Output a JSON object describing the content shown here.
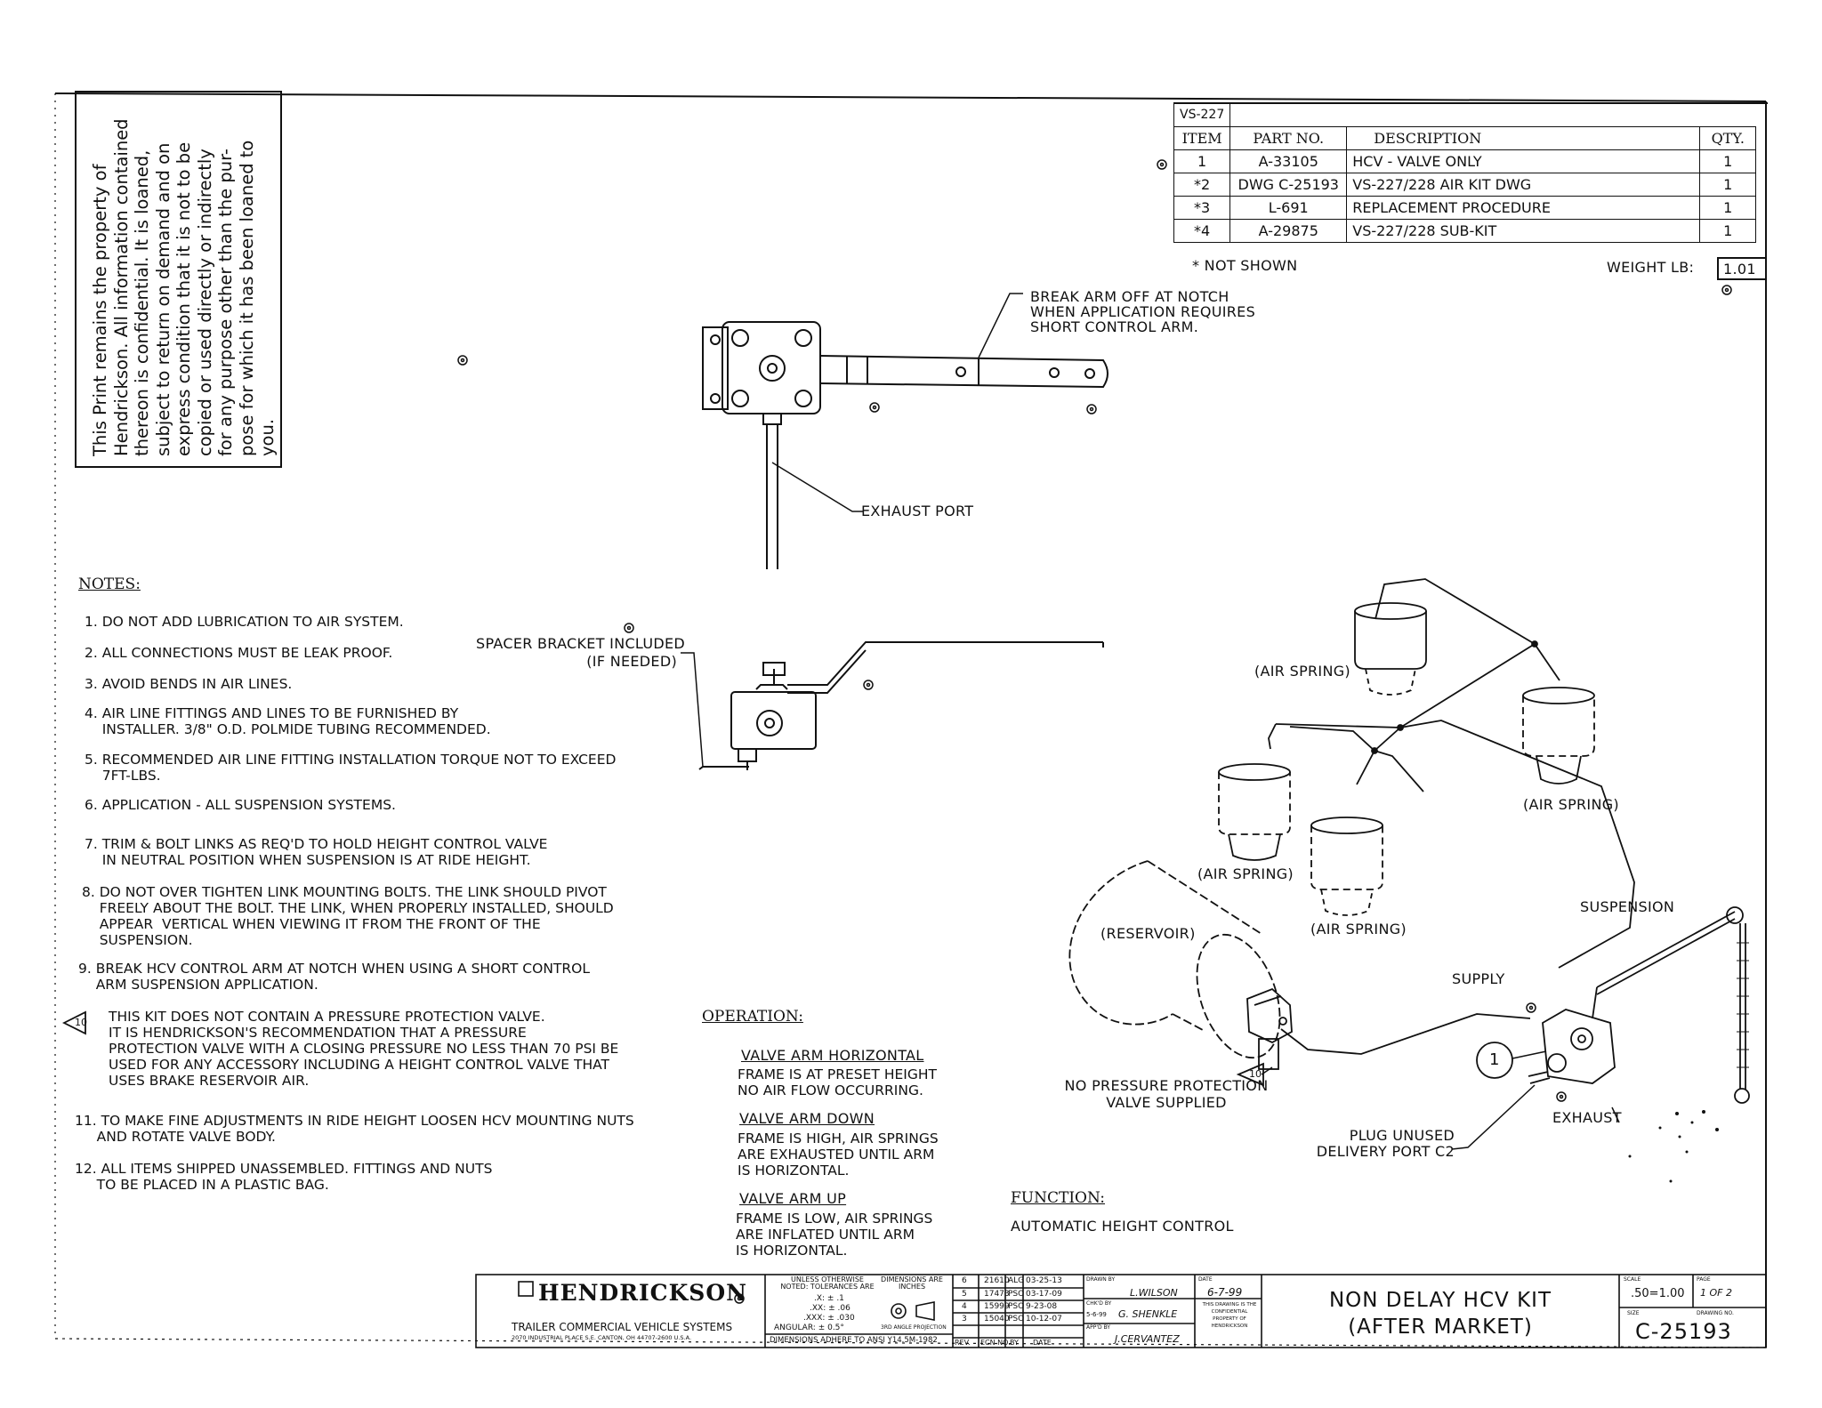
{
  "property_notice": "This Print remains the property of Hendrickson. All information contained thereon is confidential. It is loaned, subject to return on demand and on express condition that it is not to be copied or used directly or indirectly for any purpose other than the purpose for which it has been loaned to you.",
  "property_notice_lines": [
    "This Print remains the property of",
    "Hendrickson. All information contained",
    "thereon is confidential. It is loaned,",
    "subject to return on demand and on",
    "express condition that it is not to be",
    "copied or used directly or indirectly",
    "for any purpose other than the pur-",
    "pose for which it has been loaned to",
    "you."
  ],
  "bom": {
    "kit": "VS-227",
    "headers": [
      "ITEM",
      "PART NO.",
      "DESCRIPTION",
      "QTY."
    ],
    "rows": [
      {
        "item": "1",
        "part": "A-33105",
        "desc": "HCV - VALVE ONLY",
        "qty": "1"
      },
      {
        "item": "*2",
        "part": "DWG C-25193",
        "desc": "VS-227/228 AIR KIT DWG",
        "qty": "1"
      },
      {
        "item": "*3",
        "part": "L-691",
        "desc": "REPLACEMENT PROCEDURE",
        "qty": "1"
      },
      {
        "item": "*4",
        "part": "A-29875",
        "desc": "VS-227/228 SUB-KIT",
        "qty": "1"
      }
    ],
    "not_shown": "* NOT SHOWN",
    "weight_label": "WEIGHT LB:",
    "weight_value": "1.01"
  },
  "callouts": {
    "break_arm": [
      "BREAK ARM OFF AT NOTCH",
      "WHEN APPLICATION REQUIRES",
      "SHORT CONTROL ARM."
    ],
    "exhaust_port": "EXHAUST PORT",
    "spacer_bracket": [
      "SPACER BRACKET INCLUDED",
      "(IF NEEDED)"
    ],
    "air_spring": "(AIR SPRING)",
    "reservoir": "(RESERVOIR)",
    "suspension": "SUSPENSION",
    "supply": "SUPPLY",
    "exhaust": "EXHAUST",
    "no_pressure": [
      "NO PRESSURE PROTECTION",
      "VALVE SUPPLIED"
    ],
    "plug_unused": [
      "PLUG UNUSED",
      "DELIVERY PORT C2"
    ],
    "item_balloon": "1",
    "triangle_ref": "10"
  },
  "notes": {
    "title": "NOTES:",
    "items": [
      "1. DO NOT ADD LUBRICATION TO AIR SYSTEM.",
      "2. ALL CONNECTIONS MUST BE LEAK PROOF.",
      "3. AVOID BENDS IN AIR LINES.",
      "4. AIR LINE FITTINGS AND LINES TO BE FURNISHED BY\n    INSTALLER. 3/8\" O.D. POLMIDE TUBING RECOMMENDED.",
      "5. RECOMMENDED AIR LINE FITTING INSTALLATION TORQUE NOT TO EXCEED\n    7FT-LBS.",
      "6. APPLICATION - ALL SUSPENSION SYSTEMS.",
      "7. TRIM & BOLT LINKS AS REQ'D TO HOLD HEIGHT CONTROL VALVE\n    IN NEUTRAL POSITION WHEN SUSPENSION IS AT RIDE HEIGHT.",
      "8. DO NOT OVER TIGHTEN LINK MOUNTING BOLTS. THE LINK SHOULD PIVOT\n    FREELY ABOUT THE BOLT. THE LINK, WHEN PROPERLY INSTALLED, SHOULD\n    APPEAR  VERTICAL WHEN VIEWING IT FROM THE FRONT OF THE\n    SUSPENSION.",
      "9. BREAK HCV CONTROL ARM AT NOTCH WHEN USING A SHORT CONTROL\n    ARM SUSPENSION APPLICATION.",
      "THIS KIT DOES NOT CONTAIN A PRESSURE PROTECTION VALVE.\nIT IS HENDRICKSON'S RECOMMENDATION THAT A PRESSURE\nPROTECTION VALVE WITH A CLOSING PRESSURE NO LESS THAN 70 PSI BE\nUSED FOR ANY ACCESSORY INCLUDING A HEIGHT CONTROL VALVE THAT\nUSES BRAKE RESERVOIR AIR.",
      "11. TO MAKE FINE ADJUSTMENTS IN RIDE HEIGHT LOOSEN HCV MOUNTING NUTS\n     AND ROTATE VALVE BODY.",
      "12. ALL ITEMS SHIPPED UNASSEMBLED. FITTINGS AND NUTS\n     TO BE PLACED IN A PLASTIC BAG."
    ]
  },
  "operation": {
    "title": "OPERATION:",
    "sections": [
      {
        "head": "VALVE ARM HORIZONTAL",
        "body": "FRAME IS AT PRESET HEIGHT\nNO AIR FLOW OCCURRING."
      },
      {
        "head": "VALVE ARM DOWN",
        "body": "FRAME IS HIGH, AIR SPRINGS\nARE EXHAUSTED UNTIL ARM\nIS HORIZONTAL."
      },
      {
        "head": "VALVE ARM UP",
        "body": "FRAME IS LOW, AIR SPRINGS\nARE INFLATED UNTIL ARM\nIS HORIZONTAL."
      }
    ]
  },
  "function": {
    "title": "FUNCTION:",
    "body": "AUTOMATIC HEIGHT CONTROL"
  },
  "title_block": {
    "company": "HENDRICKSON",
    "division": "TRAILER COMMERCIAL VEHICLE SYSTEMS",
    "address": "2070 INDUSTRIAL PLACE S.E.   CANTON, OH  44707-2600   U.S.A.",
    "tolerances_head": "UNLESS OTHERWISE NOTED: TOLERANCES ARE",
    "dimensions_head": "DIMENSIONS ARE INCHES",
    "tolerances": [
      ".X: ± .1",
      ".XX: ± .06",
      ".XXX: ± .030",
      "ANGULAR: ± 0.5°"
    ],
    "projection": "3RD ANGLE PROJECTION",
    "dimension_std": "DIMENSIONS ADHERE TO ANSI Y14.5M-1982",
    "revisions": [
      {
        "rev": "6",
        "ecn": "21610",
        "by": "ALG",
        "date": "03-25-13"
      },
      {
        "rev": "5",
        "ecn": "17473",
        "by": "PSO",
        "date": "03-17-09"
      },
      {
        "rev": "4",
        "ecn": "15999",
        "by": "PSO",
        "date": "9-23-08"
      },
      {
        "rev": "3",
        "ecn": "15040",
        "by": "PSO",
        "date": "10-12-07"
      }
    ],
    "rev_headers": [
      "REV.",
      "ECN NO.",
      "BY",
      "DATE"
    ],
    "drawn_by_label": "DRAWN BY",
    "drawn_by": "L.WILSON",
    "date_label": "DATE",
    "date": "6-7-99",
    "checked_by_label": "CHK'D BY",
    "checked_by": "G. SHENKLE",
    "checked_date": "5-6-99",
    "approved_by_label": "APP'D BY",
    "approved_by": "J.CERVANTEZ",
    "confidential": "THIS DRAWING IS THE CONFIDENTIAL PROPERTY OF HENDRICKSON",
    "title_line1": "NON DELAY HCV KIT",
    "title_line2": "(AFTER MARKET)",
    "scale_label": "SCALE",
    "scale": ".50=1.00",
    "page_label": "PAGE",
    "page": "1 OF 2",
    "size_label": "SIZE",
    "drawing_no_label": "DRAWING NO.",
    "drawing_no": "C-25193"
  }
}
